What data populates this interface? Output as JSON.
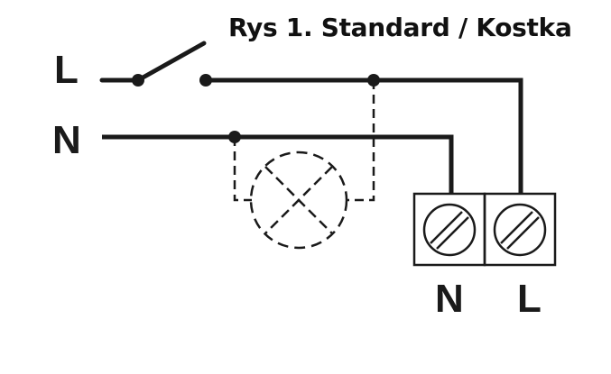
{
  "diagram": {
    "title": "Rys 1. Standard / Kostka",
    "line_labels": {
      "live": "L",
      "neutral": "N"
    },
    "terminal_labels": {
      "neutral": "N",
      "live": "L"
    },
    "colors": {
      "wire": "#1a1a1a",
      "background": "#ffffff"
    },
    "components": [
      {
        "type": "switch",
        "name": "single-pole switch on L"
      },
      {
        "type": "lamp",
        "name": "lamp (dashed, optional)"
      },
      {
        "type": "terminal_block",
        "name": "2-way connector block",
        "terminals": [
          "N",
          "L"
        ]
      }
    ]
  }
}
